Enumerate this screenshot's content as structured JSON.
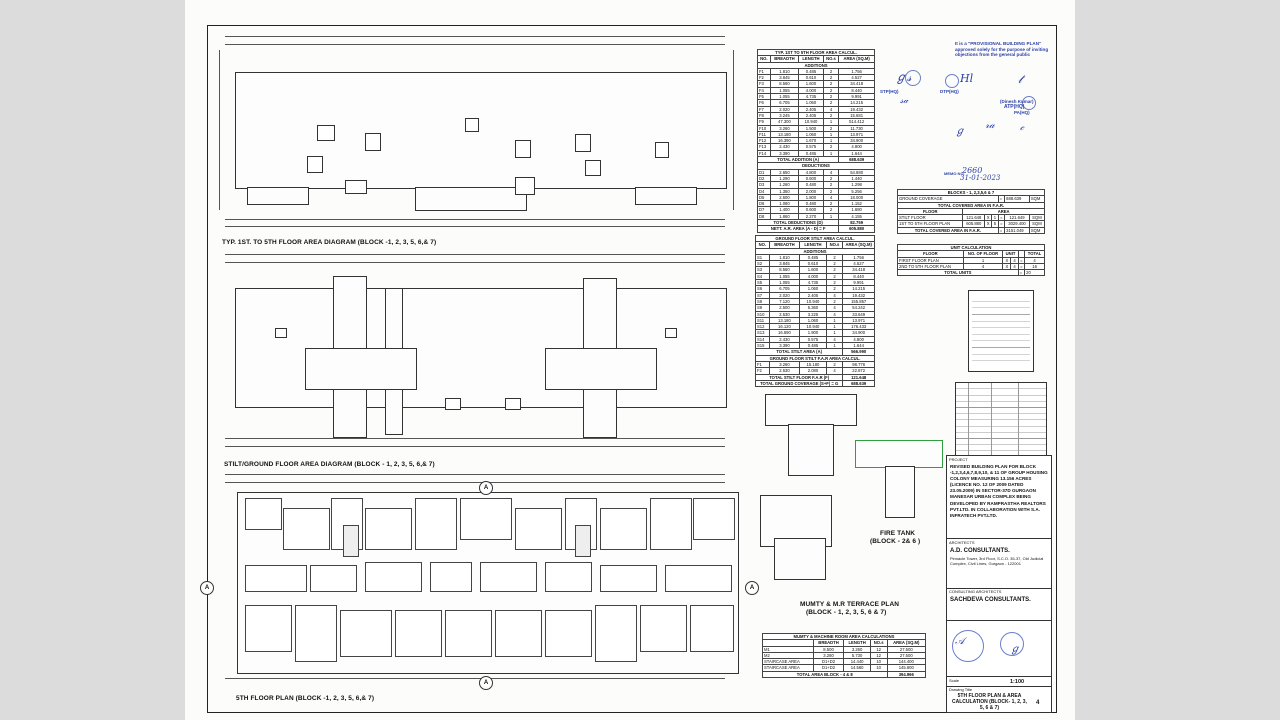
{
  "drawing": {
    "title_typ": "TYP. 1ST. TO 5TH FLOOR AREA DIAGRAM  (BLOCK -1, 2, 3, 5, 6,& 7)",
    "title_stilt": "STILT/GROUND FLOOR AREA DIAGRAM  (BLOCK - 1, 2, 3, 5, 6,& 7)",
    "title_5th": "5TH FLOOR PLAN  (BLOCK -1, 2, 3, 5, 6,& 7)",
    "title_mumty": "MUMTY & M.R TERRACE PLAN",
    "title_mumty_sub": "(BLOCK - 1, 2, 3, 5, 6 & 7)",
    "title_fire": "FIRE TANK",
    "title_fire_sub": "(BLOCK - 2& 6 )",
    "section_marker": "A"
  },
  "typ_table": {
    "title": "TYP. 1ST TO 5TH  FLOOR AREA CALCUL.",
    "headers": [
      "NO.",
      "BREADTH",
      "LENGTH",
      "NO.s",
      "AREA (SQ.M)"
    ],
    "additions_label": "ADDITIONS",
    "additions": [
      [
        "F1",
        "1.810",
        "0.485",
        "2",
        "1.756"
      ],
      [
        "F2",
        "3.845",
        "0.610",
        "2",
        "4.527"
      ],
      [
        "F3",
        "8.560",
        "1.600",
        "2",
        "34.418"
      ],
      [
        "F4",
        "1.055",
        "4.000",
        "2",
        "8.440"
      ],
      [
        "F5",
        "1.055",
        "4.735",
        "2",
        "9.991"
      ],
      [
        "F6",
        "6.705",
        "1.060",
        "2",
        "14.215"
      ],
      [
        "F7",
        "2.020",
        "2.405",
        "4",
        "19.432"
      ],
      [
        "F8",
        "3.245",
        "2.405",
        "2",
        "15.681"
      ],
      [
        "F9",
        "47.300",
        "10.940",
        "1",
        "514.412"
      ],
      [
        "F10",
        "3.260",
        "1.500",
        "2",
        "11.730"
      ],
      [
        "F11",
        "13.180",
        "1.060",
        "1",
        "13.971"
      ],
      [
        "F12",
        "16.390",
        "1.670",
        "1",
        "34.900"
      ],
      [
        "F13",
        "2.430",
        "0.575",
        "2",
        "4.800"
      ],
      [
        "F14",
        "3.390",
        "0.485",
        "1",
        "1.644"
      ]
    ],
    "total_addition": [
      "TOTAL ADDITION (A)",
      "688.639"
    ],
    "deductions_label": "DEDUCTIONS",
    "deductions": [
      [
        "D1",
        "2.650",
        "4.800",
        "4",
        "54.880"
      ],
      [
        "D2",
        "1.290",
        "0.600",
        "2",
        "1.440"
      ],
      [
        "D3",
        "1.260",
        "0.480",
        "2",
        "1.298"
      ],
      [
        "D4",
        "1.350",
        "2.000",
        "2",
        "5.256"
      ],
      [
        "D5",
        "2.500",
        "1.800",
        "4",
        "18.000"
      ],
      [
        "D6",
        "1.080",
        "0.480",
        "2",
        "1.152"
      ],
      [
        "D7",
        "1.400",
        "0.600",
        "2",
        "1.680"
      ],
      [
        "D8",
        "1.860",
        "2.270",
        "1",
        "4.155"
      ]
    ],
    "total_deduction": [
      "TOTAL DEDUCTIONS (D)",
      "82.759"
    ],
    "nett": [
      "NETT. A.R. AREA (A - D) = F",
      "605.880"
    ]
  },
  "stilt_table": {
    "title": "GROUND FLOOR STILT AREA CALCUL.",
    "headers": [
      "NO.",
      "BREADTH",
      "LENGTH",
      "NO.s",
      "AREA (SQ.M)"
    ],
    "additions_label": "ADDITIONS",
    "rows": [
      [
        "S1",
        "1.810",
        "0.485",
        "2",
        "1.756"
      ],
      [
        "S2",
        "3.845",
        "0.610",
        "2",
        "4.527"
      ],
      [
        "S3",
        "8.560",
        "1.600",
        "2",
        "34.418"
      ],
      [
        "S4",
        "1.055",
        "4.000",
        "2",
        "8.440"
      ],
      [
        "S5",
        "1.055",
        "4.735",
        "2",
        "9.991"
      ],
      [
        "S6",
        "6.705",
        "1.060",
        "2",
        "14.215"
      ],
      [
        "S7",
        "2.020",
        "2.405",
        "4",
        "19.432"
      ],
      [
        "S8",
        "7.120",
        "10.940",
        "2",
        "155.857"
      ],
      [
        "S9",
        "2.500",
        "5.360",
        "4",
        "54.242"
      ],
      [
        "S10",
        "2.530",
        "3.225",
        "4",
        "33.649"
      ],
      [
        "S11",
        "13.180",
        "1.060",
        "1",
        "13.971"
      ],
      [
        "S12",
        "16.120",
        "10.940",
        "1",
        "176.433"
      ],
      [
        "S13",
        "16.690",
        "1.900",
        "1",
        "34.900"
      ],
      [
        "S14",
        "2.430",
        "0.575",
        "4",
        "4.800"
      ],
      [
        "S15",
        "3.390",
        "0.485",
        "1",
        "1.644"
      ]
    ],
    "total_stilt": [
      "TOTAL STILT AREA (A)",
      "566.990"
    ],
    "far_title": "GROUND FLOOR STILT F.A.R AREA CALCUL.",
    "far_rows": [
      [
        "F1",
        "3.260",
        "15.180",
        "2",
        "98.776"
      ],
      [
        "F2",
        "2.530",
        "2.080",
        "4",
        "22.872"
      ]
    ],
    "total_far": [
      "TOTAL STILT FLOOR F.A.R (F)",
      "121.648"
    ],
    "total_cov": [
      "TOTAL GROUND COVERAGE (S+F) = G",
      "688.639"
    ]
  },
  "blocks_table": {
    "title": "BLOCKS - 1, 2,3,5,6 & 7",
    "ground_cov": [
      "GROUND COVERAGE",
      "=",
      "688.639",
      "SQM"
    ],
    "far_title": "TOTAL COVERED AREA IN F.A.R.",
    "headers": [
      "FLOOR",
      "AREA"
    ],
    "rows": [
      [
        "STILT FLOOR",
        "121.648",
        "X",
        "1",
        "=",
        "121.649",
        "SQM"
      ],
      [
        "1ST TO 5TH FLOOR PLAN",
        "605.880",
        "X",
        "5",
        "=",
        "3029.400",
        "SQM"
      ]
    ],
    "total": [
      "TOTAL COVERED AREA IN F.A.R.",
      "=",
      "3151.049",
      "SQM"
    ]
  },
  "unit_table": {
    "title": "UNIT CALCULATION",
    "headers": [
      "FLOOR",
      "NO. OF FLOOR",
      "UNIT",
      "",
      "TOTAL"
    ],
    "rows": [
      [
        "FIRST FLOOR PLAN",
        "1",
        "X",
        "4",
        "=",
        "4"
      ],
      [
        "2ND TO 5TH FLOOR PLAN",
        "4",
        "X",
        "4",
        "=",
        "16"
      ]
    ],
    "total": [
      "TOTAL UNITS",
      "=",
      "20"
    ]
  },
  "mumty_table": {
    "title": "MUMTY & MACHINE ROOM AREA CALCULATIONS",
    "headers": [
      "",
      "BREADTH",
      "LENGTH",
      "NO.s",
      "AREA (SQ.M)"
    ],
    "rows": [
      [
        "M1",
        "8.500",
        "3.260",
        "12",
        "27.500"
      ],
      [
        "M2",
        "3.280",
        "5.730",
        "12",
        "27.500"
      ],
      [
        "STAIRCASE AREA",
        "D1+D2",
        "14.440",
        "10",
        "144.400"
      ],
      [
        "STAIRCASE AREA",
        "D1+D2",
        "14.560",
        "10",
        "145.600"
      ]
    ],
    "total": [
      "TOTAL AREA BLOCK - 4 & 8",
      "394.966"
    ]
  },
  "notice": {
    "line1": "It is a \"PROVISIONAL BUILDING PLAN\"",
    "line2": "approved solely for the purpose of inviting",
    "line3": "objections from the general public"
  },
  "approvals": {
    "stp": "STP(HQ)",
    "dtp": "DTP(HQ)",
    "atp": "ATP(HQ)",
    "dinesh": "(Dinesh Kumar)",
    "pahq": "PA(HQ)",
    "memo_label": "MEMO NO.",
    "memo_no": "2660",
    "memo_date": "31-01-2023"
  },
  "project": {
    "label": "PROJECT",
    "text": "REVISED BUILDING PLAN FOR BLOCK -1,2,3,4,6,7,8,9,10, & 11 OF GROUP HOUSING COLONY MEASURING 13.156 ACRES (LICENCE NO. 12 OF 2009 DATED 23.05.2009) IN SECTOR-37D GURGAON MANESAR URBAN COMPLEX BEING DEVELOPED BY RAMPRASTHA REALTORS PVT.LTD. IN COLLABORATION WITH S.A. INFRATECH PVT.LTD.",
    "architects_label": "ARCHITECTS",
    "architect": "A.D. CONSULTANTS.",
    "architect_addr": "Pinnacle Tower, 3rd Floor, S.C.O. 35-37, Old Judicial Complex, Civil Lines, Gurgaon - 122001",
    "consulting_label": "CONSULTING ARCHITECTS",
    "consultant": "SACHDEVA CONSULTANTS.",
    "scale_label": "Scale",
    "scale": "1:100",
    "drawing_title_label": "Drawing Title",
    "drawing_title": "5TH FLOOR PLAN & AREA CALCULATION (BLOCK- 1, 2, 3, 5, 6 & 7)",
    "sheet_no": "4"
  },
  "colors": {
    "ink": "#111111",
    "stamp_blue": "#2b3fa8",
    "green_markup": "#2e9e3e",
    "paper": "#fcfcfa"
  }
}
